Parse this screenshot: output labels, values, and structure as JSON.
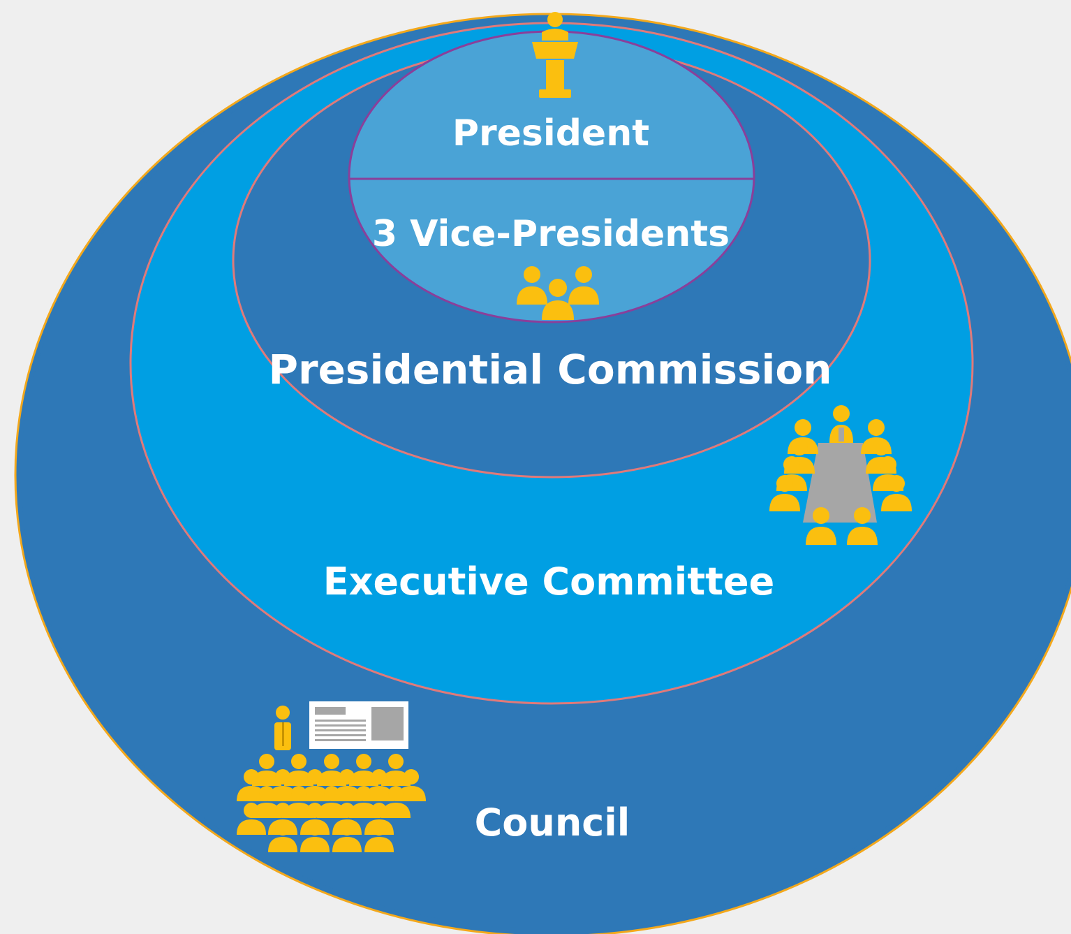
{
  "diagram": {
    "levels": [
      {
        "key": "president",
        "label": "President"
      },
      {
        "key": "vice_presidents",
        "label": "3 Vice-Presidents"
      },
      {
        "key": "presidential_commission",
        "label": "Presidential Commission"
      },
      {
        "key": "executive_committee",
        "label": "Executive Committee"
      },
      {
        "key": "council",
        "label": "Council"
      }
    ],
    "icons": {
      "president": "podium-speaker-icon",
      "vice_presidents": "group-of-three-people-icon",
      "executive_committee": "meeting-table-icon",
      "council": "audience-presentation-icon"
    },
    "colors": {
      "background": "#efefef",
      "council_fill": "#2e78b7",
      "executive_fill": "#009fe3",
      "commission_fill": "#2e78b7",
      "core_fill": "#4aa3d6",
      "council_border": "#f3a81c",
      "ring_border": "#e07a7a",
      "core_border": "#8a3f9a",
      "icon_gold": "#fbbf0f",
      "table_gray": "#a6a6a6",
      "label_text": "#ffffff"
    }
  }
}
